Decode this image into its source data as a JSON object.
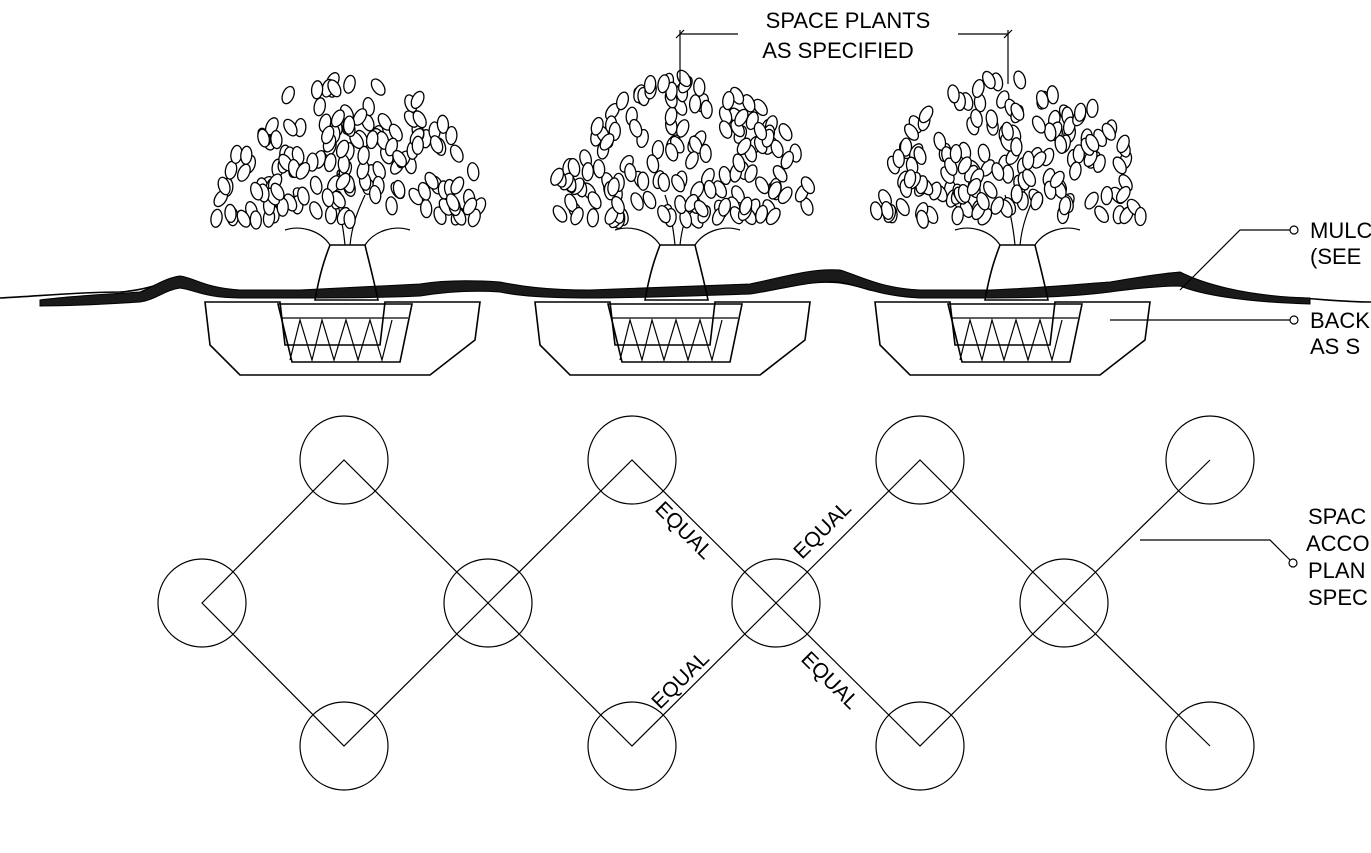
{
  "diagram": {
    "colors": {
      "line": "#000000",
      "background": "#ffffff",
      "mulch": "#1a1a1a"
    },
    "labels": {
      "spacing_top_line1": "SPACE PLANTS",
      "spacing_top_line2": "AS SPECIFIED",
      "mulch_line1": "MULC",
      "mulch_line2": "(SEE",
      "backfill_line1": "BACK",
      "backfill_line2": "AS S",
      "spacing_right_line1": "SPAC",
      "spacing_right_line2": "ACCO",
      "spacing_right_line3": "PLAN",
      "spacing_right_line4": "SPEC",
      "equal_1": "EQUAL",
      "equal_2": "EQUAL",
      "equal_3": "EQUAL",
      "equal_4": "EQUAL"
    },
    "plant_count_elevation": 3,
    "plant_count_plan": 12
  }
}
